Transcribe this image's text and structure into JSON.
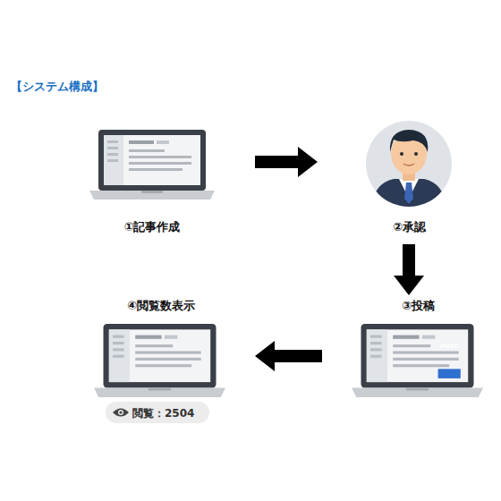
{
  "diagram": {
    "title": "【システム構成】",
    "nodes": [
      {
        "text": [
          "①記事作成"
        ]
      },
      {
        "text": [
          "②承認"
        ]
      },
      {
        "text": [
          "③投稿"
        ]
      },
      {
        "text": [
          "④閲覧数表示",
          "閲覧：2504"
        ]
      }
    ],
    "edges": [
      {
        "from": 0,
        "to": 1,
        "arrow": "to"
      },
      {
        "from": 1,
        "to": 2,
        "arrow": "to"
      },
      {
        "from": 2,
        "to": 3,
        "arrow": "to"
      }
    ],
    "labels": [
      "POST"
    ]
  }
}
